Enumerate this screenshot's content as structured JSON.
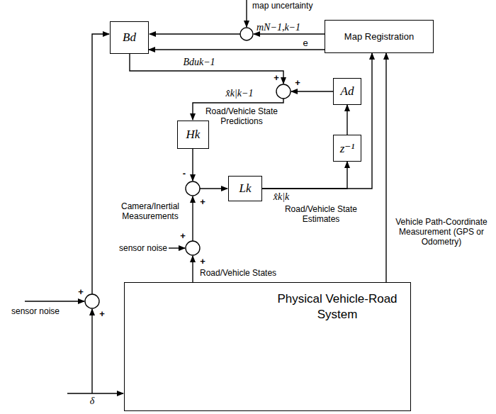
{
  "diagram": {
    "nodes": [
      {
        "text": [
          "Bd"
        ]
      },
      {
        "text": [
          "Map Registration"
        ]
      },
      {
        "text": [
          "Ad"
        ]
      },
      {
        "text": [
          "Hk"
        ]
      },
      {
        "text": [
          "z⁻¹"
        ]
      },
      {
        "text": [
          "Lk"
        ]
      },
      {
        "text": [
          "Physical Vehicle-Road System"
        ]
      }
    ],
    "edges": [
      {
        "from": 1,
        "to": 0,
        "label": "e",
        "arrow": "to"
      },
      {
        "from": 4,
        "to": 2,
        "arrow": "to"
      },
      {
        "from": 5,
        "to": 4,
        "arrow": "to"
      },
      {
        "from": 5,
        "to": 1,
        "arrow": "to"
      },
      {
        "from": 6,
        "to": 1,
        "arrow": "to"
      }
    ],
    "labels": [
      "map uncertainty",
      "mN−1,k−1",
      "Bduk−1",
      "x̂k|k−1",
      "Road/Vehicle State Predictions",
      "+",
      "+",
      "-",
      "+",
      "Camera/Inertial Measurements",
      "+",
      "+",
      "sensor noise",
      "Road/Vehicle States",
      "x̂k|k",
      "Road/Vehicle State Estimates",
      "Vehicle Path-Coordinate Measurement (GPS or Odometry)",
      "sensor noise",
      "+",
      "+",
      "δ"
    ]
  }
}
